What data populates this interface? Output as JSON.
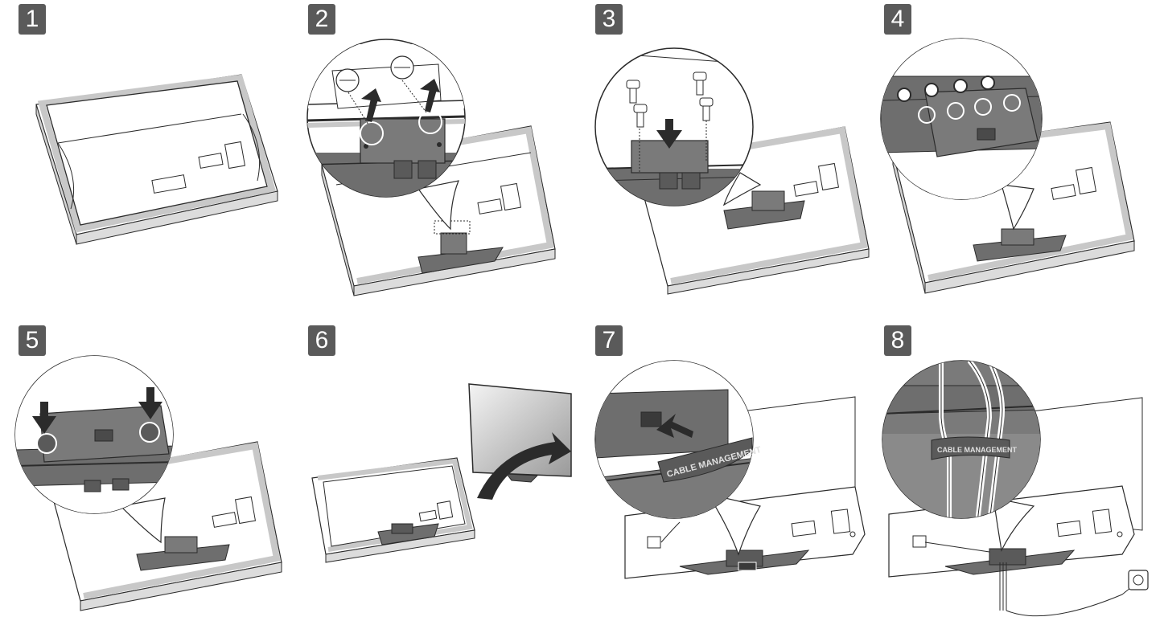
{
  "steps": [
    {
      "number": "1"
    },
    {
      "number": "2"
    },
    {
      "number": "3"
    },
    {
      "number": "4"
    },
    {
      "number": "5"
    },
    {
      "number": "6"
    },
    {
      "number": "7"
    },
    {
      "number": "8"
    }
  ],
  "labels": {
    "cable_management": "CABLE MANAGEMENT"
  },
  "colors": {
    "badge": "#5a5a5a",
    "stand": "#6e6e6e",
    "frame": "#c8c8c8",
    "outline": "#2b2b2b"
  }
}
